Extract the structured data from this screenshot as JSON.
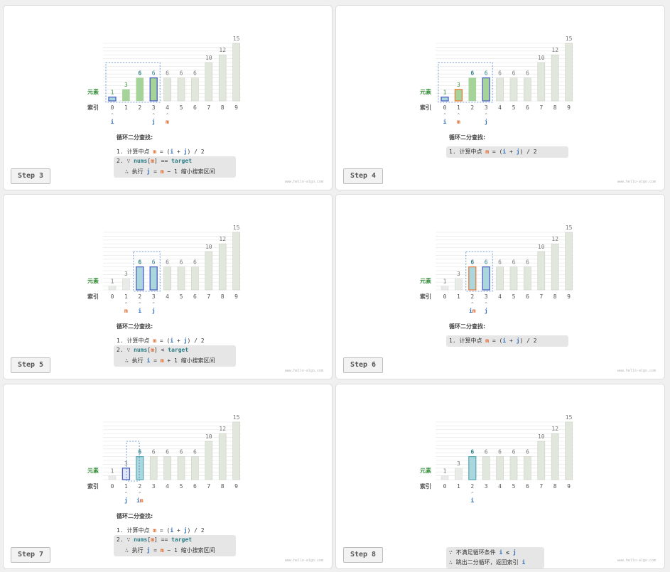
{
  "colors": {
    "bar_default": "#e2e7de",
    "bar_default_stroke": "#c8cfc4",
    "bar_active": "#a5d39a",
    "bar_faded": "#e9ebe8",
    "blue_outline": "#4a5fc1",
    "orange_outline": "#ee7d3a",
    "teal_fill": "#a9d7dd",
    "text_green": "#3a8f3e",
    "text_teal": "#2b7d86",
    "label_green": "#3a8f3e",
    "i_j_color": "#2e6db6",
    "m_color": "#e0672a",
    "grid": "#e5e5e5",
    "dash": "#4f86c6"
  },
  "labels": {
    "elements": "元素",
    "index": "索引",
    "loop_title": "循环二分查找:",
    "watermark": "www.hello-algo.com"
  },
  "panels": [
    {
      "step": "Step 3",
      "values": [
        1,
        3,
        6,
        6,
        6,
        6,
        6,
        10,
        12,
        15
      ],
      "indices": [
        "0",
        "1",
        "2",
        "3",
        "4",
        "5",
        "6",
        "7",
        "8",
        "9"
      ],
      "bar_styles": [
        "blue-teal",
        "green",
        "green",
        "blue-green",
        "default",
        "default",
        "default",
        "default",
        "default",
        "default"
      ],
      "value_styles": [
        "green",
        "green",
        "bold-teal",
        "teal",
        "gray",
        "gray",
        "gray",
        "gray",
        "gray",
        "gray"
      ],
      "range": [
        0,
        3
      ],
      "pointers": [
        {
          "index": 0,
          "label": "i"
        },
        {
          "index": 3,
          "label": "j"
        },
        {
          "index": 4,
          "label": "m"
        }
      ],
      "lines": [
        "1. 计算中点 m = (i + j) / 2",
        "2. ∵ nums[m] == target",
        "∴ 执行 j = m − 1 缩小搜索区间"
      ],
      "show_title": true,
      "highlight": [
        1,
        2
      ]
    },
    {
      "step": "Step 4",
      "values": [
        1,
        3,
        6,
        6,
        6,
        6,
        6,
        10,
        12,
        15
      ],
      "indices": [
        "0",
        "1",
        "2",
        "3",
        "4",
        "5",
        "6",
        "7",
        "8",
        "9"
      ],
      "bar_styles": [
        "blue-teal",
        "orange-green",
        "green",
        "blue-green",
        "default",
        "default",
        "default",
        "default",
        "default",
        "default"
      ],
      "value_styles": [
        "green",
        "green",
        "bold-teal",
        "teal",
        "gray",
        "gray",
        "gray",
        "gray",
        "gray",
        "gray"
      ],
      "range": [
        0,
        3
      ],
      "pointers": [
        {
          "index": 0,
          "label": "i"
        },
        {
          "index": 1,
          "label": "m"
        },
        {
          "index": 3,
          "label": "j"
        }
      ],
      "lines": [
        "1. 计算中点 m = (i + j) / 2"
      ],
      "show_title": true,
      "highlight": [
        0
      ]
    },
    {
      "step": "Step 5",
      "values": [
        1,
        3,
        6,
        6,
        6,
        6,
        6,
        10,
        12,
        15
      ],
      "indices": [
        "0",
        "1",
        "2",
        "3",
        "4",
        "5",
        "6",
        "7",
        "8",
        "9"
      ],
      "bar_styles": [
        "faded",
        "faded",
        "blue-teal",
        "blue-teal",
        "default",
        "default",
        "default",
        "default",
        "default",
        "default"
      ],
      "value_styles": [
        "gray",
        "gray",
        "bold-teal",
        "teal",
        "gray",
        "gray",
        "gray",
        "gray",
        "gray",
        "gray"
      ],
      "range": [
        2,
        3
      ],
      "pointers": [
        {
          "index": 1,
          "label": "m"
        },
        {
          "index": 2,
          "label": "i"
        },
        {
          "index": 3,
          "label": "j"
        }
      ],
      "lines": [
        "1. 计算中点 m = (i + j) / 2",
        "2. ∵ nums[m] < target",
        "∴ 执行 i = m + 1 缩小搜索区间"
      ],
      "show_title": true,
      "highlight": [
        1,
        2
      ]
    },
    {
      "step": "Step 6",
      "values": [
        1,
        3,
        6,
        6,
        6,
        6,
        6,
        10,
        12,
        15
      ],
      "indices": [
        "0",
        "1",
        "2",
        "3",
        "4",
        "5",
        "6",
        "7",
        "8",
        "9"
      ],
      "bar_styles": [
        "faded",
        "faded",
        "orange-teal",
        "blue-teal",
        "default",
        "default",
        "default",
        "default",
        "default",
        "default"
      ],
      "value_styles": [
        "gray",
        "gray",
        "bold-teal",
        "teal",
        "gray",
        "gray",
        "gray",
        "gray",
        "gray",
        "gray"
      ],
      "range": [
        2,
        3
      ],
      "pointers": [
        {
          "index": 2,
          "label": "im"
        },
        {
          "index": 3,
          "label": "j"
        }
      ],
      "lines": [
        "1. 计算中点 m = (i + j) / 2"
      ],
      "show_title": true,
      "highlight": [
        0
      ]
    },
    {
      "step": "Step 7",
      "values": [
        1,
        3,
        6,
        6,
        6,
        6,
        6,
        10,
        12,
        15
      ],
      "indices": [
        "0",
        "1",
        "2",
        "3",
        "4",
        "5",
        "6",
        "7",
        "8",
        "9"
      ],
      "bar_styles": [
        "faded",
        "blue-faded",
        "teal",
        "default",
        "default",
        "default",
        "default",
        "default",
        "default",
        "default"
      ],
      "value_styles": [
        "gray",
        "gray",
        "bold-teal",
        "gray",
        "gray",
        "gray",
        "gray",
        "gray",
        "gray",
        "gray"
      ],
      "range": [
        1.5,
        1.5
      ],
      "pointers": [
        {
          "index": 1,
          "label": "j"
        },
        {
          "index": 2,
          "label": "im"
        }
      ],
      "lines": [
        "1. 计算中点 m = (i + j) / 2",
        "2. ∵ nums[m] == target",
        "∴ 执行 j = m − 1 缩小搜索区间"
      ],
      "show_title": true,
      "highlight": [
        1,
        2
      ]
    },
    {
      "step": "Step 8",
      "values": [
        1,
        3,
        6,
        6,
        6,
        6,
        6,
        10,
        12,
        15
      ],
      "indices": [
        "0",
        "1",
        "2",
        "3",
        "4",
        "5",
        "6",
        "7",
        "8",
        "9"
      ],
      "bar_styles": [
        "faded",
        "faded",
        "teal",
        "default",
        "default",
        "default",
        "default",
        "default",
        "default",
        "default"
      ],
      "value_styles": [
        "gray",
        "gray",
        "bold-teal",
        "gray",
        "gray",
        "gray",
        "gray",
        "gray",
        "gray",
        "gray"
      ],
      "range": null,
      "pointers": [
        {
          "index": 2,
          "label": "i"
        }
      ],
      "lines": [
        "∵ 不满足循环条件 i ≤ j",
        "∴ 跳出二分循环，返回索引 i"
      ],
      "show_title": false,
      "highlight": [
        0,
        1
      ]
    }
  ]
}
